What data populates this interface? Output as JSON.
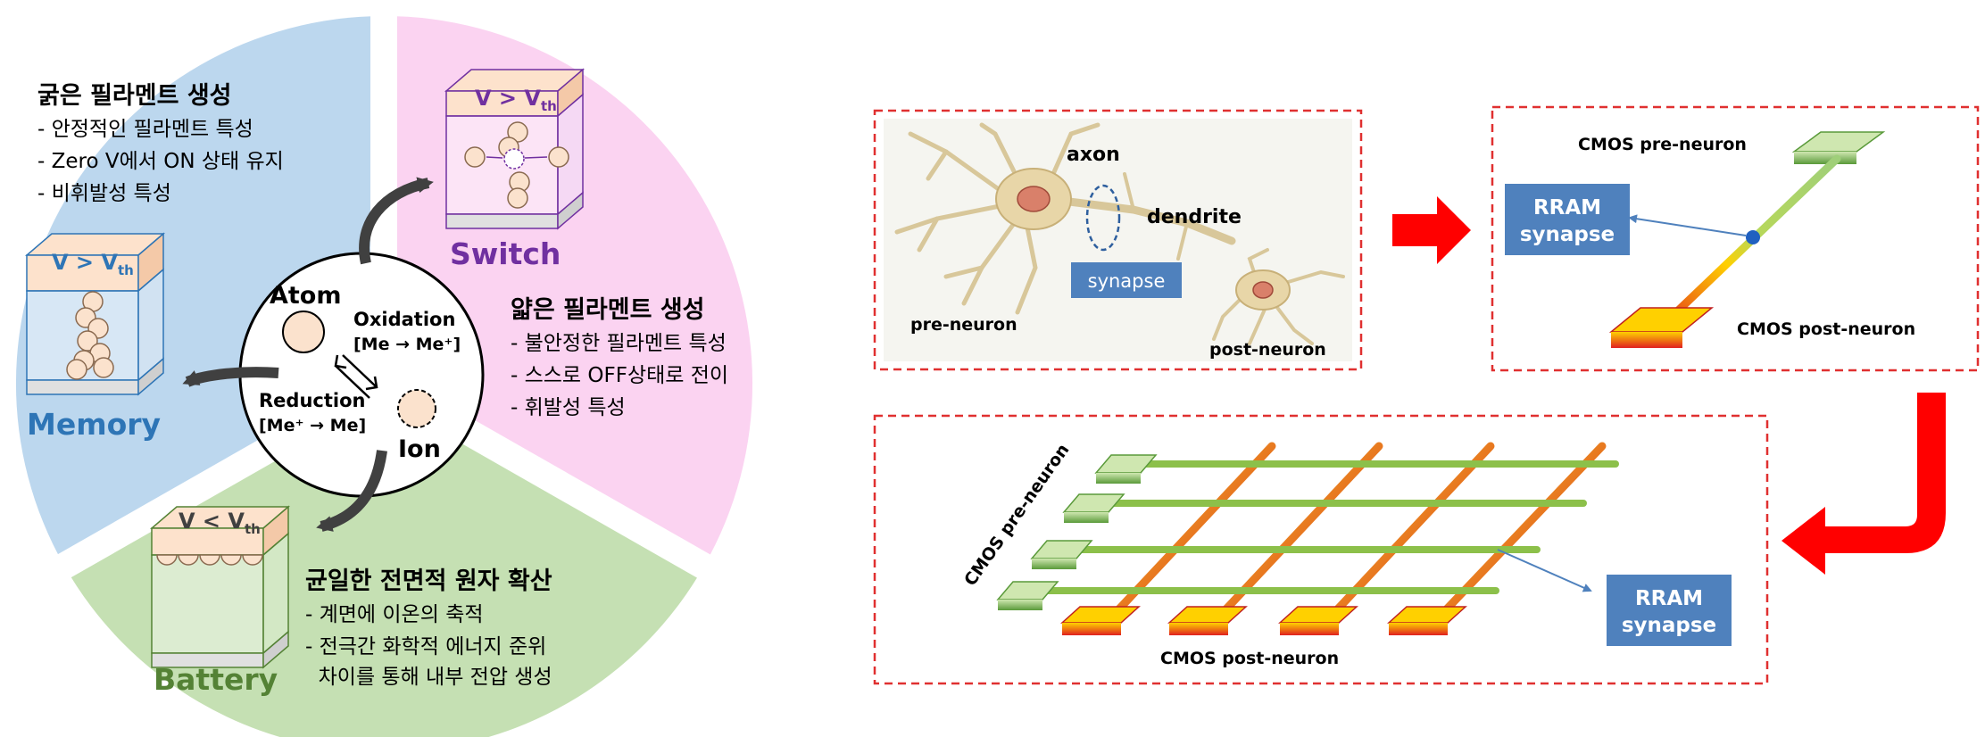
{
  "colors": {
    "memory_sector": "#bcd7ee",
    "switch_sector": "#fbd3f1",
    "battery_sector": "#c5e0b3",
    "memory_label": "#2e75b6",
    "switch_label": "#7030a0",
    "battery_label": "#548235",
    "dashed_border": "#e03030",
    "rram_box": "#4f81bd",
    "red_arrow": "#ff0000"
  },
  "left": {
    "memory": {
      "label": "Memory",
      "vlabel": "V > V",
      "vsub": "th",
      "title": "굵은 필라멘트 생성",
      "bullets": [
        "- 안정적인 필라멘트 특성",
        "- Zero V에서 ON 상태 유지",
        "- 비휘발성 특성"
      ]
    },
    "switch": {
      "label": "Switch",
      "vlabel": "V > V",
      "vsub": "th",
      "title": "얇은 필라멘트 생성",
      "bullets": [
        "- 불안정한 필라멘트 특성",
        "- 스스로 OFF상태로 전이",
        "- 휘발성 특성"
      ]
    },
    "battery": {
      "label": "Battery",
      "vlabel": "V < V",
      "vsub": "th",
      "title": "균일한 전면적 원자 확산",
      "bullets": [
        "- 계면에 이온의 축적",
        "- 전극간 화학적 에너지 준위",
        "  차이를 통해 내부 전압 생성"
      ]
    },
    "center": {
      "atom": "Atom",
      "ion": "Ion",
      "oxidation": "Oxidation",
      "oxidation_eq": "[Me → Me⁺]",
      "reduction": "Reduction",
      "reduction_eq": "[Me⁺ → Me]"
    }
  },
  "right": {
    "neuron_panel": {
      "axon": "axon",
      "dendrite": "dendrite",
      "synapse": "synapse",
      "pre": "pre-neuron",
      "post": "post-neuron"
    },
    "cmos_panel": {
      "pre": "CMOS pre-neuron",
      "post": "CMOS post-neuron",
      "rram_line1": "RRAM",
      "rram_line2": "synapse"
    },
    "crossbar_panel": {
      "pre": "CMOS pre-neuron",
      "post": "CMOS post-neuron",
      "rram_line1": "RRAM",
      "rram_line2": "synapse"
    }
  }
}
